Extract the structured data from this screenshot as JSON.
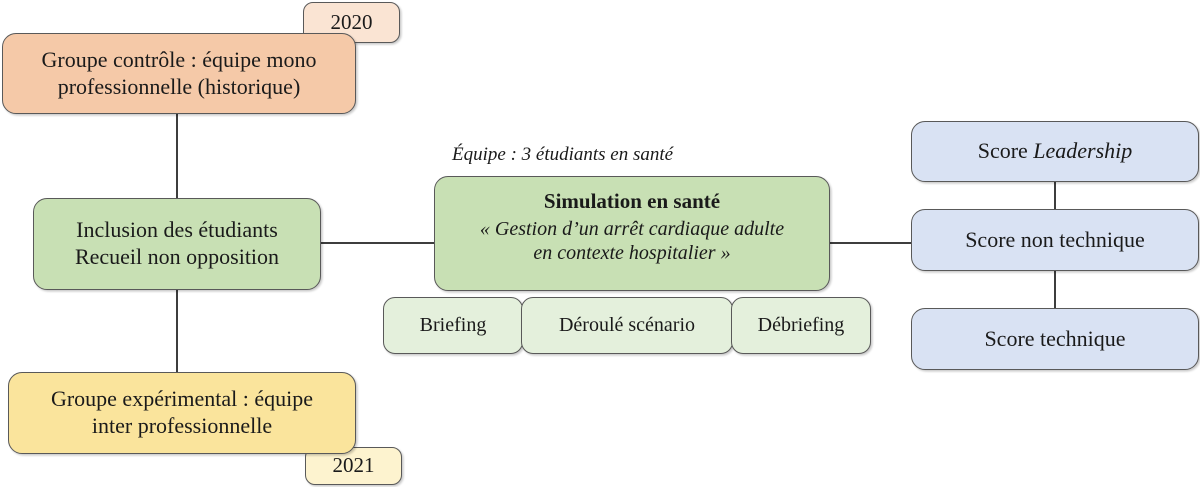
{
  "diagram": {
    "title": "Protocole d'etude simulation en sante",
    "colors": {
      "orange_fill": "#F5C9A8",
      "orange_tag_fill": "#FAE4D3",
      "green_fill": "#C8E0B4",
      "green_light_fill": "#E4F0DC",
      "yellow_fill": "#FAE49C",
      "yellow_tag_fill": "#FDF3CF",
      "blue_fill": "#D9E2F3",
      "border": "#595959",
      "connector": "#3D3D3D",
      "background": "#FFFFFF"
    },
    "nodes": {
      "tag_2020": "2020",
      "tag_2021": "2021",
      "group_control": {
        "line1": "Groupe contrôle : équipe mono",
        "line2": "professionnelle (historique)"
      },
      "inclusion": {
        "line1": "Inclusion des étudiants",
        "line2": "Recueil non opposition"
      },
      "group_experimental": {
        "line1": "Groupe expérimental : équipe",
        "line2": "inter professionnelle"
      },
      "team_label": "Équipe : 3 étudiants en santé",
      "simulation": {
        "title": "Simulation en santé",
        "quote_line1": "« Gestion d’un arrêt cardiaque adulte",
        "quote_line2": "en contexte hospitalier »"
      },
      "phases": {
        "briefing": "Briefing",
        "deroule": "Déroulé scénario",
        "debriefing": "Débriefing"
      },
      "scores": {
        "leadership_prefix": "Score ",
        "leadership_emphasis": "Leadership",
        "non_technique": "Score non technique",
        "technique": "Score technique"
      }
    }
  }
}
